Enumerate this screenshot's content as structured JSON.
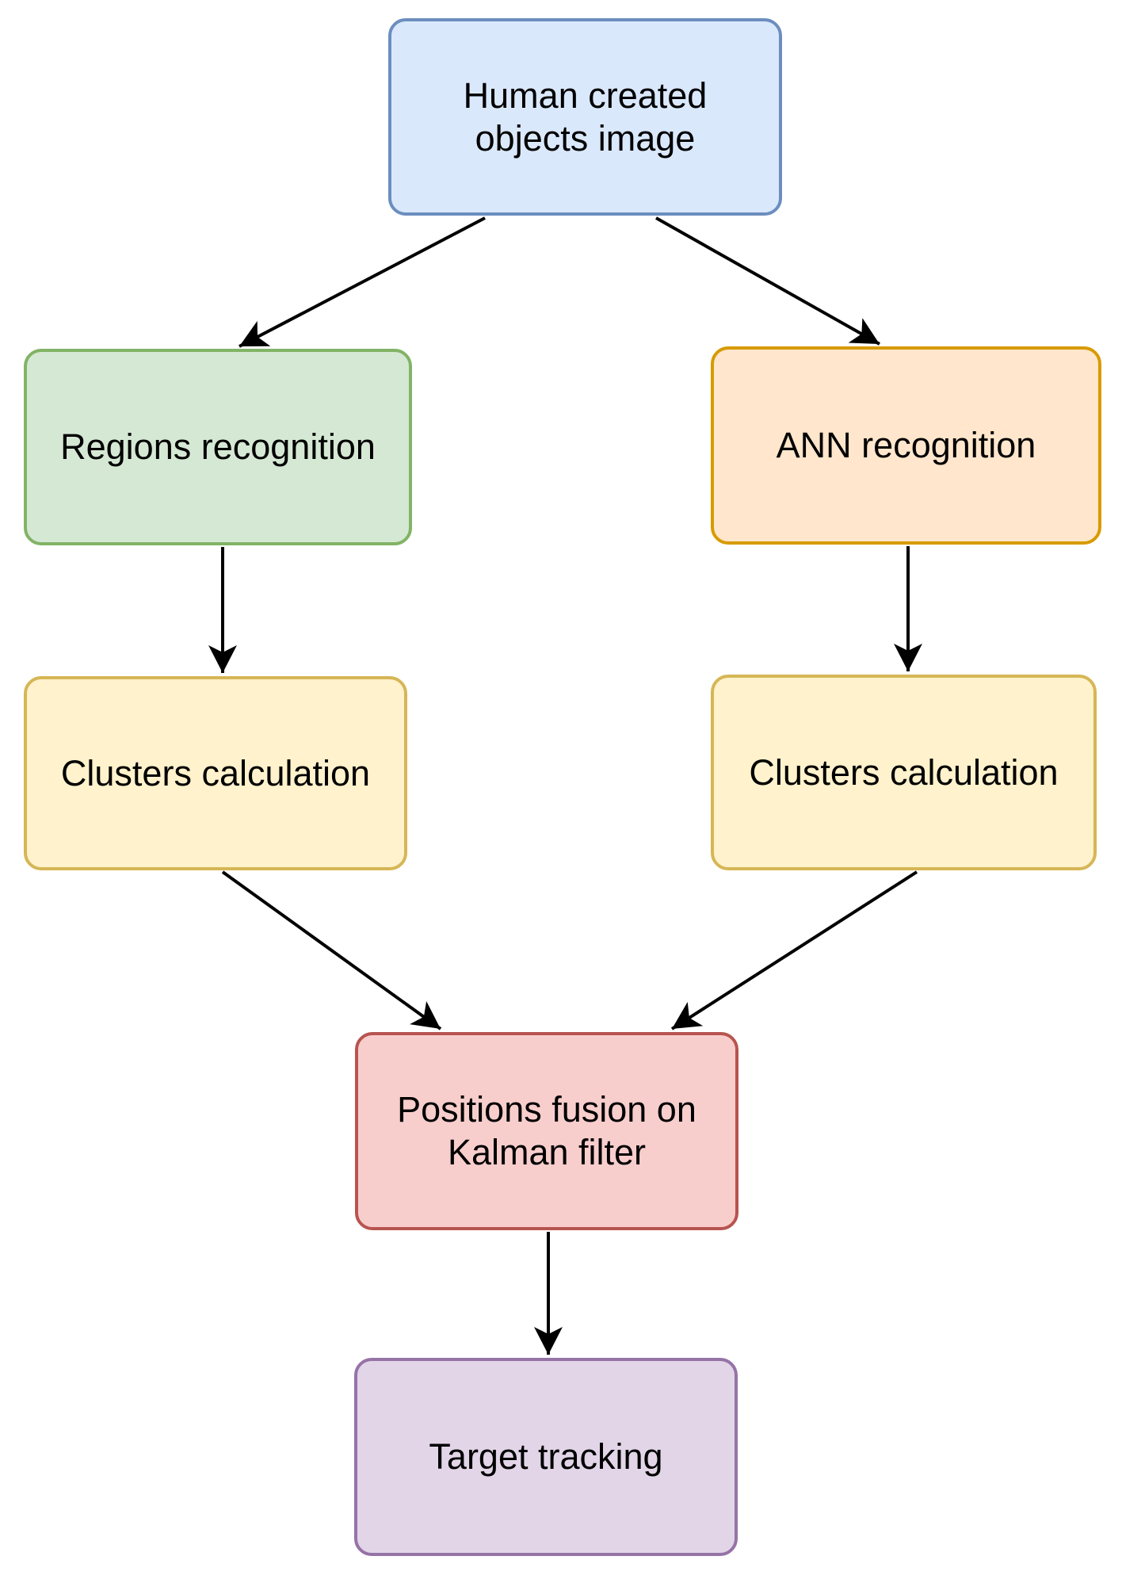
{
  "diagram": {
    "arrow_color": "#000000",
    "text_color": "#000000",
    "background": "#ffffff",
    "nodes": {
      "human_image": {
        "label": "Human created\nobjects image",
        "fill": "#dae8fc",
        "border": "#6c8ebf"
      },
      "regions_recognition": {
        "label": "Regions recognition",
        "fill": "#d5e8d4",
        "border": "#82b366"
      },
      "ann_recognition": {
        "label": "ANN recognition",
        "fill": "#ffe6cc",
        "border": "#d79b00"
      },
      "clusters_calculation_left": {
        "label": "Clusters calculation",
        "fill": "#fff2cc",
        "border": "#d6b656"
      },
      "clusters_calculation_right": {
        "label": "Clusters calculation",
        "fill": "#fff2cc",
        "border": "#d6b656"
      },
      "positions_fusion": {
        "label": "Positions fusion on\nKalman filter",
        "fill": "#f8cecc",
        "border": "#b85450"
      },
      "target_tracking": {
        "label": "Target tracking",
        "fill": "#e1d5e7",
        "border": "#9673a6"
      }
    },
    "edges": [
      {
        "from": "human_image",
        "to": "regions_recognition"
      },
      {
        "from": "human_image",
        "to": "ann_recognition"
      },
      {
        "from": "regions_recognition",
        "to": "clusters_calculation_left"
      },
      {
        "from": "ann_recognition",
        "to": "clusters_calculation_right"
      },
      {
        "from": "clusters_calculation_left",
        "to": "positions_fusion"
      },
      {
        "from": "clusters_calculation_right",
        "to": "positions_fusion"
      },
      {
        "from": "positions_fusion",
        "to": "target_tracking"
      }
    ]
  }
}
